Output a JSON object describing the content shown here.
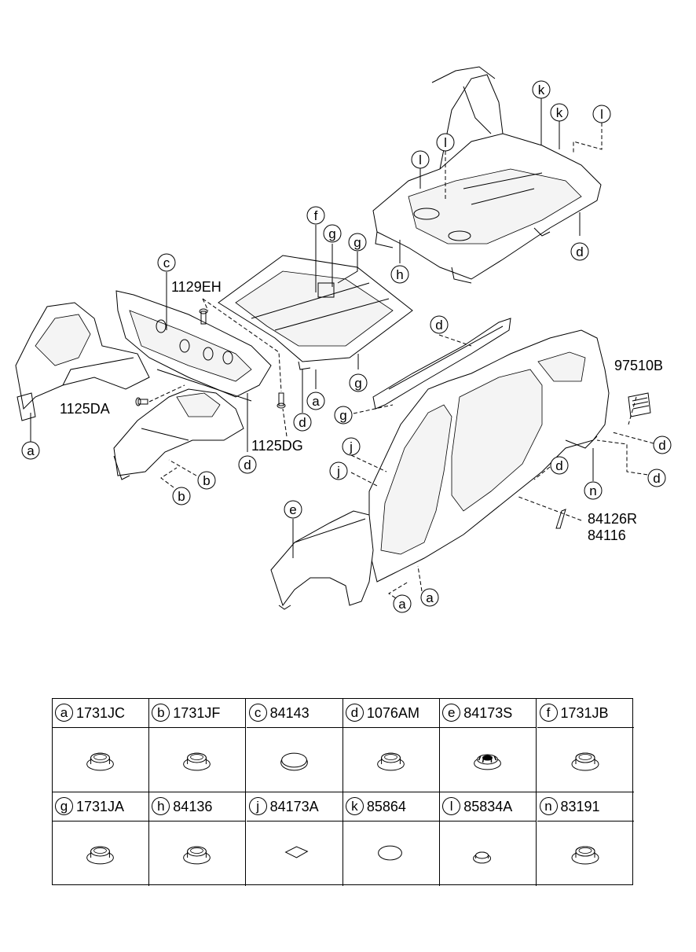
{
  "diagram": {
    "callouts": {
      "k1": "k",
      "k2": "k",
      "l1": "l",
      "l2": "l",
      "l3": "l",
      "d_rear": "d",
      "h_rear": "h",
      "f_floor": "f",
      "g_floor1": "g",
      "g_floor2": "g",
      "g_floor3": "g",
      "c_dash": "c",
      "d_dash": "d",
      "d_floor": "d",
      "a_floor": "a",
      "a_front": "a",
      "b1": "b",
      "b2": "b",
      "d_sill": "d",
      "g_sill": "g",
      "j1": "j",
      "j2": "j",
      "d_side": "d",
      "d_qtr1": "d",
      "d_qtr2": "d",
      "n_qtr": "n",
      "e_fender": "e",
      "a_side1": "a",
      "a_side2": "a"
    },
    "part_numbers": {
      "p1129EH": "1129EH",
      "p1125DA": "1125DA",
      "p1125DG": "1125DG",
      "p97510B": "97510B",
      "p84126R": "84126R",
      "p84116": "84116"
    }
  },
  "legend": {
    "rows": [
      [
        {
          "letter": "a",
          "code": "1731JC",
          "icon": "round-plug-icon"
        },
        {
          "letter": "b",
          "code": "1731JF",
          "icon": "round-plug-icon"
        },
        {
          "letter": "c",
          "code": "84143",
          "icon": "oval-plug-icon"
        },
        {
          "letter": "d",
          "code": "1076AM",
          "icon": "round-plug-icon"
        },
        {
          "letter": "e",
          "code": "84173S",
          "icon": "ribbed-plug-icon"
        },
        {
          "letter": "f",
          "code": "1731JB",
          "icon": "round-plug-icon"
        }
      ],
      [
        {
          "letter": "g",
          "code": "1731JA",
          "icon": "round-plug-icon"
        },
        {
          "letter": "h",
          "code": "84136",
          "icon": "round-plug-icon"
        },
        {
          "letter": "j",
          "code": "84173A",
          "icon": "diamond-pad-icon"
        },
        {
          "letter": "k",
          "code": "85864",
          "icon": "flat-oval-pad-icon"
        },
        {
          "letter": "l",
          "code": "85834A",
          "icon": "small-cap-plug-icon"
        },
        {
          "letter": "n",
          "code": "83191",
          "icon": "round-plug-icon"
        }
      ]
    ]
  }
}
